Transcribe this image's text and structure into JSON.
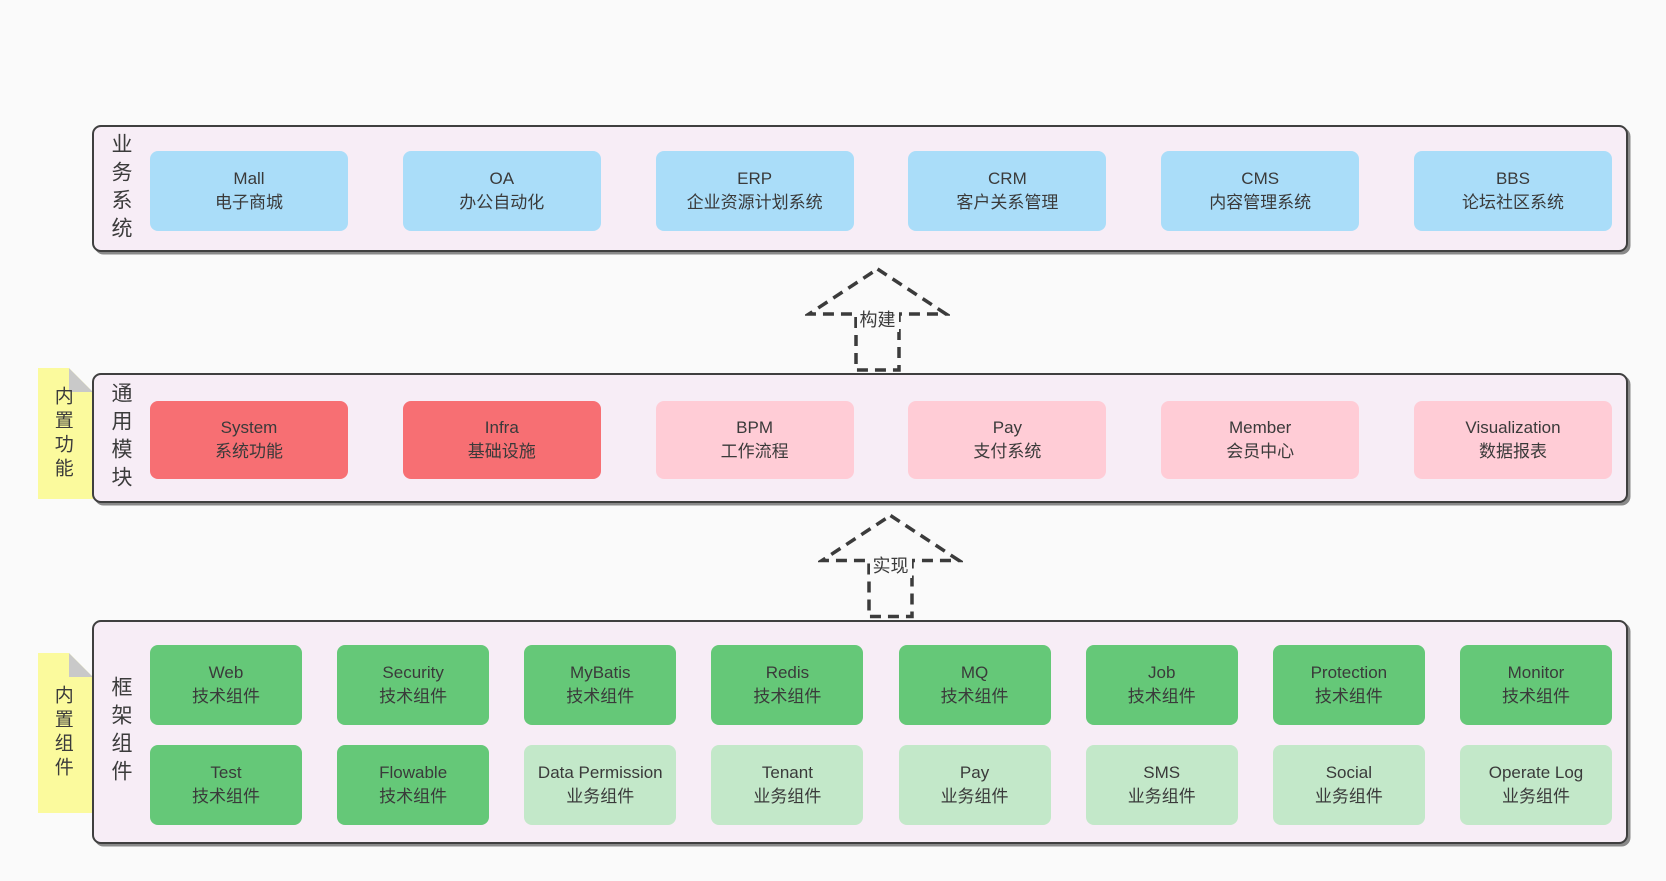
{
  "palette": {
    "page_bg": "#fafafa",
    "panel_bg": "#f7edf6",
    "panel_border": "#3f3f3f",
    "blue_node": "#aaddf9",
    "red_node": "#f76f73",
    "pink_node": "#ffccd6",
    "green_node": "#65c878",
    "green_light_node": "#c3e8c9",
    "note_yellow": "#fbfa9d",
    "note_fold_gray": "#c9c9c9",
    "text": "#3a3a3a"
  },
  "notes": [
    {
      "text": "内置功能"
    },
    {
      "text": "内置组件"
    }
  ],
  "arrows": [
    {
      "label": "构建"
    },
    {
      "label": "实现"
    }
  ],
  "layers": [
    {
      "label": "业务系统",
      "boxes": [
        {
          "en": "Mall",
          "zh": "电子商城"
        },
        {
          "en": "OA",
          "zh": "办公自动化"
        },
        {
          "en": "ERP",
          "zh": "企业资源计划系统"
        },
        {
          "en": "CRM",
          "zh": "客户关系管理"
        },
        {
          "en": "CMS",
          "zh": "内容管理系统"
        },
        {
          "en": "BBS",
          "zh": "论坛社区系统"
        }
      ]
    },
    {
      "label": "通用模块",
      "boxes": [
        {
          "en": "System",
          "zh": "系统功能"
        },
        {
          "en": "Infra",
          "zh": "基础设施"
        },
        {
          "en": "BPM",
          "zh": "工作流程"
        },
        {
          "en": "Pay",
          "zh": "支付系统"
        },
        {
          "en": "Member",
          "zh": "会员中心"
        },
        {
          "en": "Visualization",
          "zh": "数据报表"
        }
      ]
    },
    {
      "label": "框架组件",
      "rows": [
        [
          {
            "en": "Web",
            "zh": "技术组件"
          },
          {
            "en": "Security",
            "zh": "技术组件"
          },
          {
            "en": "MyBatis",
            "zh": "技术组件"
          },
          {
            "en": "Redis",
            "zh": "技术组件"
          },
          {
            "en": "MQ",
            "zh": "技术组件"
          },
          {
            "en": "Job",
            "zh": "技术组件"
          },
          {
            "en": "Protection",
            "zh": "技术组件"
          },
          {
            "en": "Monitor",
            "zh": "技术组件"
          }
        ],
        [
          {
            "en": "Test",
            "zh": "技术组件"
          },
          {
            "en": "Flowable",
            "zh": "技术组件"
          },
          {
            "en": "Data Permission",
            "zh": "业务组件"
          },
          {
            "en": "Tenant",
            "zh": "业务组件"
          },
          {
            "en": "Pay",
            "zh": "业务组件"
          },
          {
            "en": "SMS",
            "zh": "业务组件"
          },
          {
            "en": "Social",
            "zh": "业务组件"
          },
          {
            "en": "Operate Log",
            "zh": "业务组件"
          }
        ]
      ]
    }
  ]
}
